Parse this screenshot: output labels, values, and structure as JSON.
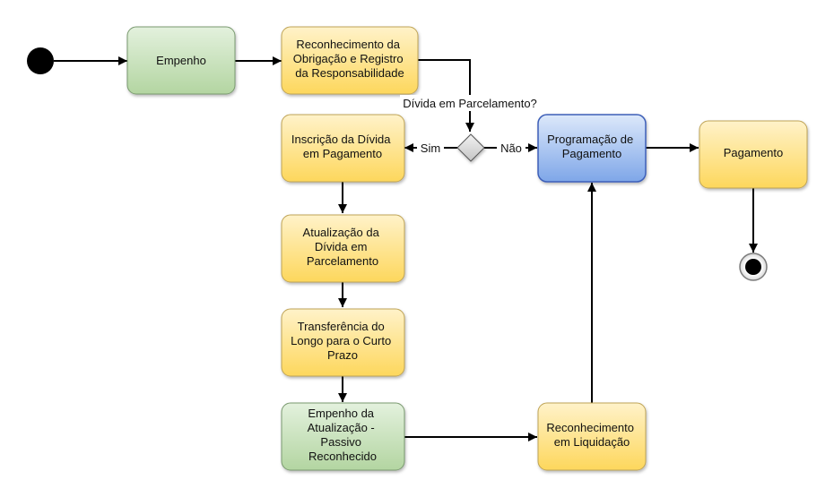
{
  "nodes": {
    "empenho": {
      "lines": [
        "Empenho"
      ],
      "style": "green"
    },
    "reconhecimento_obrigacao": {
      "lines": [
        "Reconhecimento da",
        "Obrigação e Registro",
        "da Responsabilidade"
      ],
      "style": "yellow"
    },
    "inscricao_divida": {
      "lines": [
        "Inscrição da Dívida",
        "em Pagamento"
      ],
      "style": "yellow"
    },
    "programacao_pagamento": {
      "lines": [
        "Programação de",
        "Pagamento"
      ],
      "style": "blue"
    },
    "pagamento": {
      "lines": [
        "Pagamento"
      ],
      "style": "yellow"
    },
    "atualizacao_divida": {
      "lines": [
        "Atualização da",
        "Dívida em",
        "Parcelamento"
      ],
      "style": "yellow"
    },
    "transferencia": {
      "lines": [
        "Transferência do",
        "Longo para o Curto",
        "Prazo"
      ],
      "style": "yellow"
    },
    "empenho_atualizacao": {
      "lines": [
        "Empenho da",
        "Atualização -",
        "Passivo",
        "Reconhecido"
      ],
      "style": "green"
    },
    "reconhecimento_liquidacao": {
      "lines": [
        "Reconhecimento",
        "em Liquidação"
      ],
      "style": "yellow"
    }
  },
  "decision": {
    "question": "Dívida em Parcelamento?"
  },
  "edge_labels": {
    "sim": "Sim",
    "nao": "Não"
  },
  "colors": {
    "green_top": "#e3f1dd",
    "green_bottom": "#b3d5a1",
    "green_stroke": "#7a9a6f",
    "yellow_top": "#fff2c9",
    "yellow_bottom": "#fdd75c",
    "yellow_stroke": "#bfa457",
    "blue_top": "#dce8fa",
    "blue_bottom": "#7ea6e8",
    "blue_stroke": "#3d5fb8",
    "edge": "#000000"
  }
}
